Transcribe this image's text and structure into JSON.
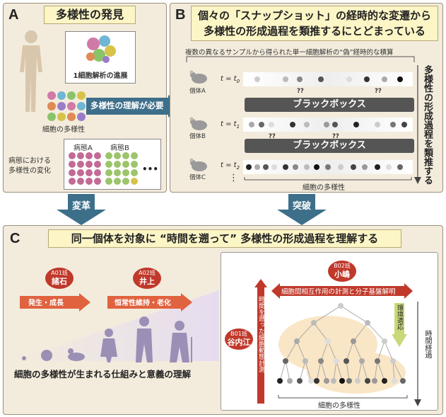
{
  "panel_a": {
    "letter": "A",
    "title": "多様性の発見",
    "advance_label": "1細胞解析の進展",
    "cell_diversity_label": "細胞の多様性",
    "disease_label_1": "病態における",
    "disease_label_2": "多様性の変化",
    "disease_a": "病態A",
    "disease_b": "病態B",
    "ellipsis": "•••",
    "need_label": "多様性の理解が必要"
  },
  "panel_b": {
    "letter": "B",
    "title_line1": "個々の「スナップショット」の経時的な変遷から",
    "title_line2": "多様性の形成過程を類推するにとどまっている",
    "subtitle": "複数の異なるサンプルから得られた単一細胞解析の“偽”経時的な積算",
    "blackbox_1": "ブラックボックス",
    "blackbox_2": "ブラックボックス",
    "individual_a": "個体A",
    "individual_b": "個体B",
    "individual_c": "個体C",
    "t0": "t = t",
    "t0_sub": "0",
    "t1": "t = t",
    "t1_sub": "1",
    "t2": "t = t",
    "t2_sub": "2",
    "qq": "??",
    "bottom_label": "細胞の多様性",
    "vertical_label": "多様性の形成過程を類推する",
    "dots": "⋮"
  },
  "arrows": {
    "left": "変革",
    "right": "突破"
  },
  "panel_c": {
    "letter": "C",
    "title": "同一個体を対象に “時間を遡って” 多様性の形成過程を理解する",
    "a01_group": "A01班",
    "a01_name": "諸石",
    "a01_arrow": "発生・成長",
    "a02_group": "A02班",
    "a02_name": "井上",
    "a02_arrow": "恒常性維持・老化",
    "b02_group": "B02班",
    "b02_name": "小嶋",
    "b02_arrow": "細胞間相互作用の計測と分子基盤解明",
    "b01_group": "B01班",
    "b01_name": "谷内江",
    "b01_arrow": "時間を遡った細胞動態計測",
    "env_label": "環境適応",
    "time_label": "時間経過",
    "bottom_label": "細胞の多様性",
    "conclusion": "細胞の多様性が生まれる仕組みと意義の理解"
  },
  "colors": {
    "panel_bg": "#f3ecdc",
    "title_bg": "#fcf5c6",
    "red": "#c0392b",
    "blue": "#3d6f8a",
    "gray_box": "#555555"
  }
}
